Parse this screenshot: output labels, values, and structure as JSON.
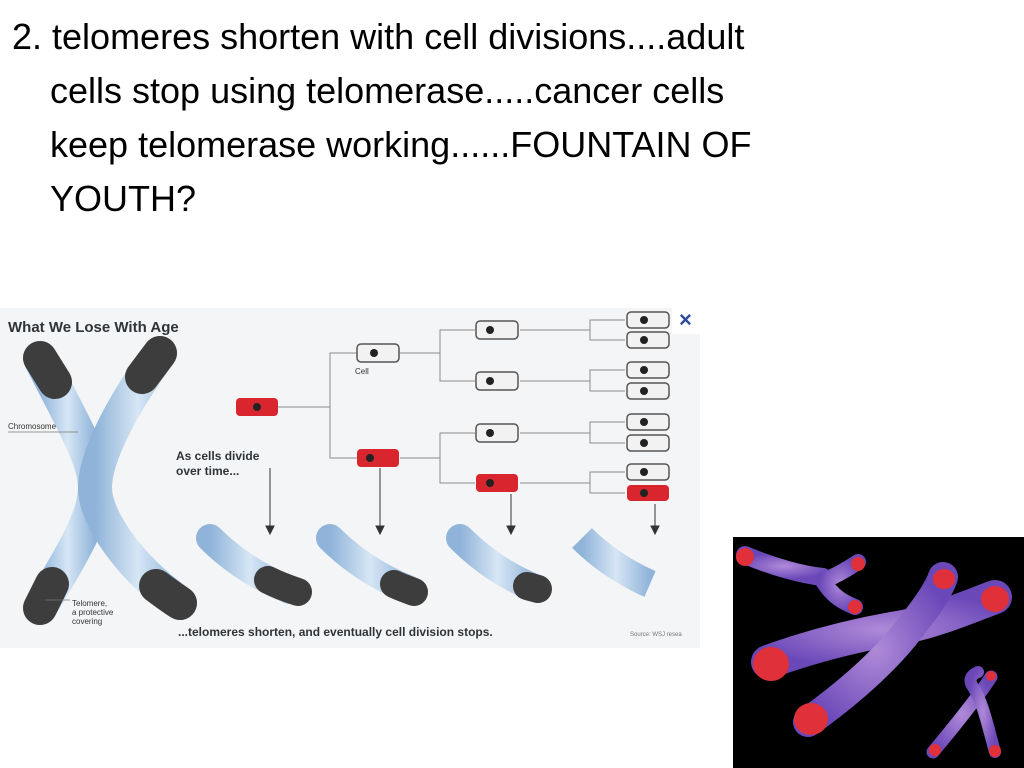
{
  "slide": {
    "lines": [
      "2. telomeres shorten with cell divisions....adult",
      "cells stop using telomerase.....cancer cells",
      "keep telomerase working......FOUNTAIN OF",
      "YOUTH?"
    ]
  },
  "infographic": {
    "title": "What We Lose With Age",
    "chromosome_label": "Chromosome",
    "cell_label": "Cell",
    "divide_label_1": "As cells divide",
    "divide_label_2": "over time...",
    "telomere_label_1": "Telomere,",
    "telomere_label_2": "a protective",
    "telomere_label_3": "covering",
    "caption": "...telomeres shorten, and eventually cell division stops.",
    "source": "Source: WSJ resea",
    "close_glyph": "×"
  },
  "colors": {
    "chromosome_blue": "#b9d3ec",
    "telomere_dark": "#3d3d3d",
    "cell_red": "#d9262e",
    "cell_white": "#f2f2f2",
    "line_gray": "#8a8a8a",
    "close_blue": "#2b4a9a"
  }
}
